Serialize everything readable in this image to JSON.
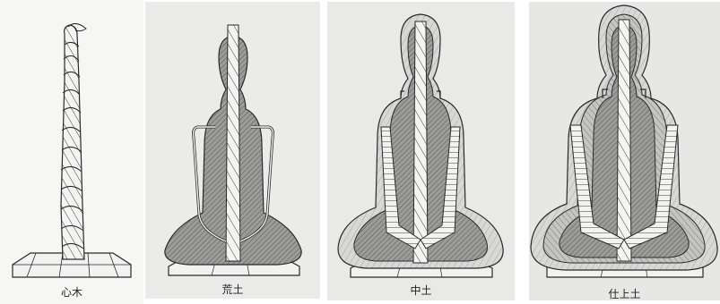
{
  "figure": {
    "panels": [
      {
        "id": "core-wood",
        "caption": "心木"
      },
      {
        "id": "rough-clay",
        "caption": "荒土"
      },
      {
        "id": "middle-clay",
        "caption": "中土"
      },
      {
        "id": "finish-clay",
        "caption": "仕上土"
      }
    ]
  },
  "colors": {
    "paper": "#ffffff",
    "panel_background": "#ebebea",
    "line": "#2a2a2a",
    "clay_fill": "#9a9a98",
    "hatch_light": "#bdbdbb"
  }
}
